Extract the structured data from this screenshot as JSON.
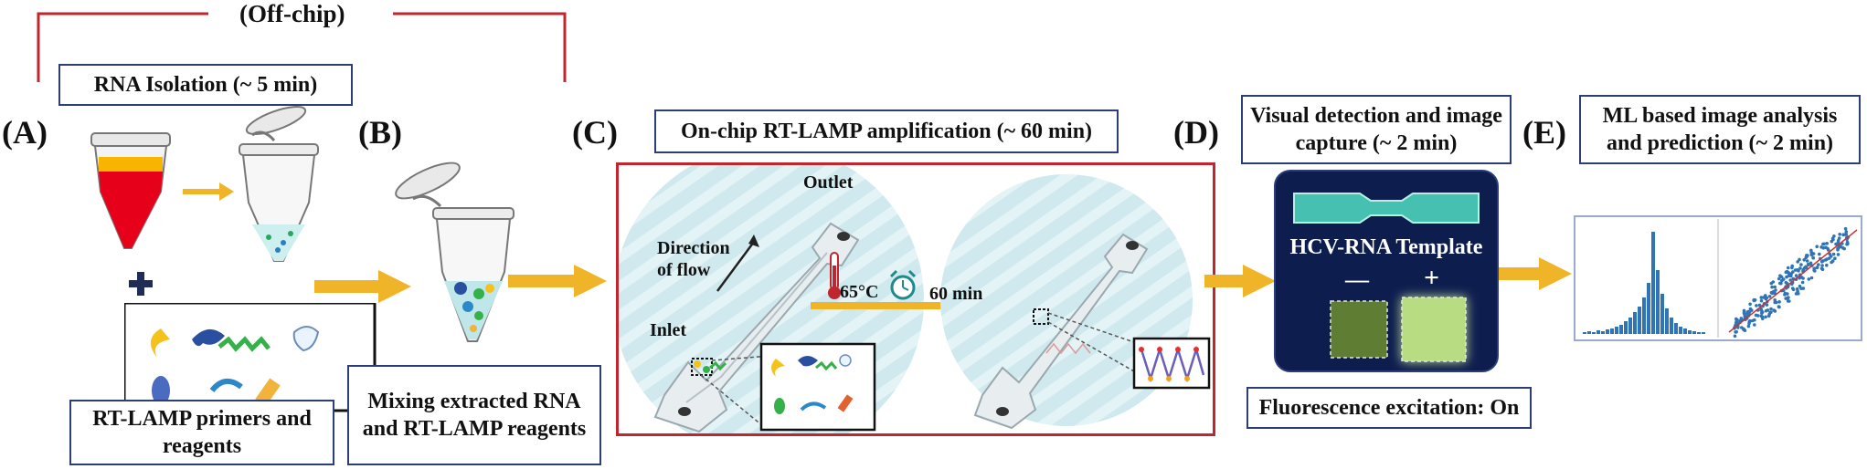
{
  "off_chip_label": "(Off-chip)",
  "panels": {
    "a": {
      "letter": "(A)",
      "title": "RNA Isolation (~ 5 min)",
      "caption": "RT-LAMP primers and reagents"
    },
    "b": {
      "letter": "(B)",
      "caption": "Mixing extracted RNA and RT-LAMP reagents"
    },
    "c": {
      "letter": "(C)",
      "title": "On-chip RT-LAMP amplification (~ 60 min)",
      "outlet": "Outlet",
      "direction": "Direction",
      "of_flow": "of flow",
      "inlet": "Inlet",
      "temperature": "65°C",
      "time": "60 min"
    },
    "d": {
      "letter": "(D)",
      "title": "Visual detection and image capture (~ 2 min)",
      "template": "HCV-RNA Template",
      "negative": "—",
      "positive": "+",
      "caption": "Fluorescence excitation: On"
    },
    "e": {
      "letter": "(E)",
      "title": "ML based image analysis and prediction (~ 2 min)"
    }
  },
  "colors": {
    "bracket": "#c0262d",
    "box_border": "#2c3e78",
    "arrow": "#f0b428",
    "chip_bg": "#cfe9ee",
    "dark_panel": "#0d1d4e",
    "positive_green": "#b7dc82",
    "negative_green": "#5f7d33",
    "plot_blue": "#2f74b5"
  }
}
